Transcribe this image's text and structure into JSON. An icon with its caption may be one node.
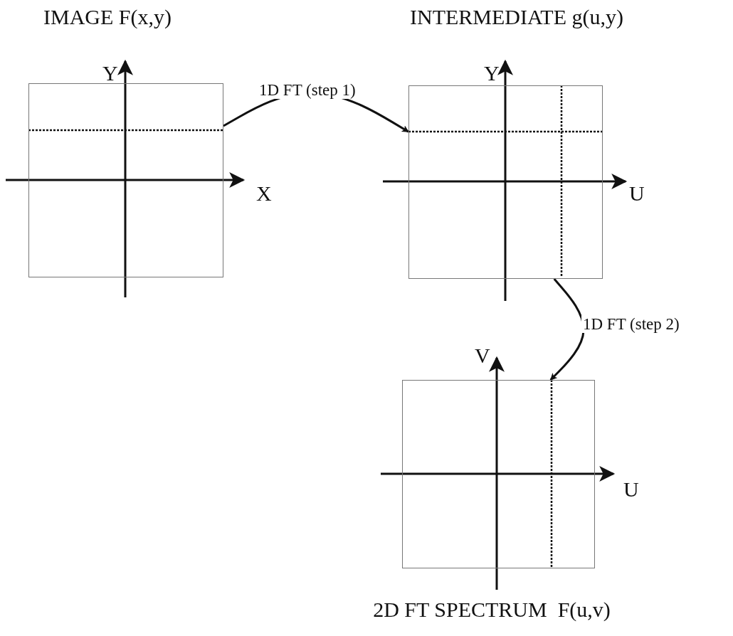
{
  "diagram": {
    "nodes": [
      {
        "text": [
          "IMAGE F(x,y)"
        ]
      },
      {
        "text": [
          "INTERMEDIATE g(u,y)"
        ]
      },
      {
        "text": [
          "2D FT SPECTRUM  F(u,v)"
        ]
      }
    ],
    "edges": [
      {
        "from": 0,
        "to": 1,
        "arrow": "to",
        "label": "1D FT (step 1)"
      },
      {
        "from": 1,
        "to": 2,
        "arrow": "to",
        "label": "1D FT (step 2)"
      }
    ],
    "labels": [
      "Y",
      "X",
      "Y",
      "U",
      "V",
      "U"
    ]
  }
}
